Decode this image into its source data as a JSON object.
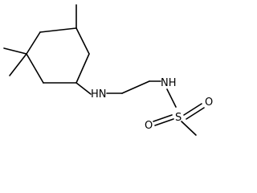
{
  "molecule": {
    "atoms": {
      "amine_nh": "HN",
      "sulfonamide_nh": "NH",
      "sulfur": "S",
      "oxygen_top": "O",
      "oxygen_left": "O"
    }
  },
  "colors": {
    "bond": "#000000",
    "label": "#000000",
    "background": "#ffffff"
  }
}
